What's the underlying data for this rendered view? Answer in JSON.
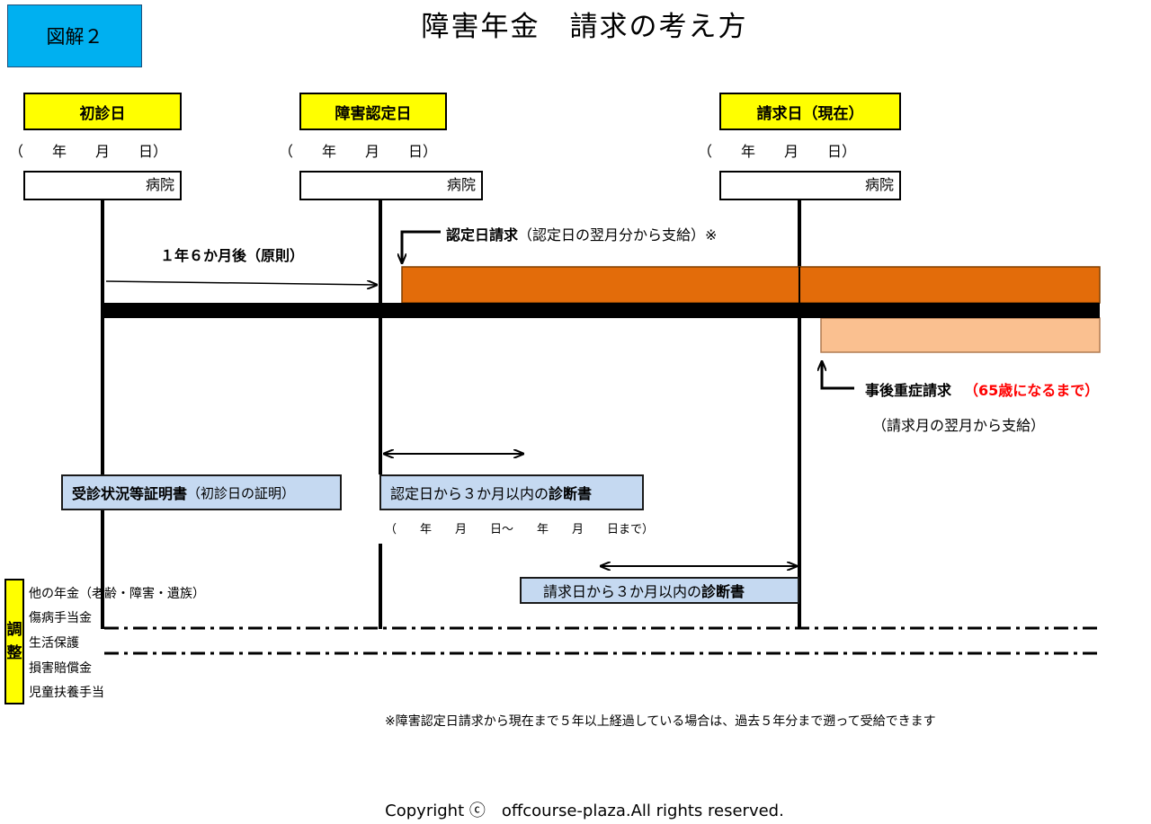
{
  "header": {
    "tag": "図解２",
    "title": "障害年金　請求の考え方"
  },
  "milestones": [
    {
      "label": "初診日",
      "date": "（　　年　　月　　日）",
      "hospital": "病院"
    },
    {
      "label": "障害認定日",
      "date": "（　　年　　月　　日）",
      "hospital": "病院"
    },
    {
      "label": "請求日（現在）",
      "date": "（　　年　　月　　日）",
      "hospital": "病院"
    }
  ],
  "arrows": {
    "period": "１年６か月後（原則）",
    "claim_recognition_bold": "認定日請求",
    "claim_recognition_note": "（認定日の翌月分から支給）※",
    "post_severe_bold": "事後重症請求",
    "post_severe_red": "（65歳になるまで）",
    "post_severe_note": "（請求月の翌月から支給）"
  },
  "documents": {
    "first_visit_bold": "受診状況等証明書",
    "first_visit_note": "（初診日の証明）",
    "recog_prefix": "認定日から３か月以内の",
    "recog_bold": "診断書",
    "recog_dates": "（　　年　　月　　日～　　年　　月　　日まで）",
    "claim_prefix": "請求日から３か月以内の",
    "claim_bold": "診断書"
  },
  "adjustment": {
    "label_chars": [
      "調",
      "整"
    ],
    "items": [
      "他の年金（老齢・障害・遺族）",
      "傷病手当金",
      "生活保護",
      "損害賠償金",
      "児童扶養手当"
    ]
  },
  "footnote": "※障害認定日請求から現在まで５年以上経過している場合は、過去５年分まで遡って受給できます",
  "copyright": "Copyright ⓒ　offcourse-plaza.All rights reserved.",
  "colors": {
    "tag": "#00b0f0",
    "milestone": "#ffff00",
    "bar_recognition": "#e36c0a",
    "bar_post": "#fac090",
    "doc": "#c5d9f1",
    "red": "#ff0000"
  }
}
